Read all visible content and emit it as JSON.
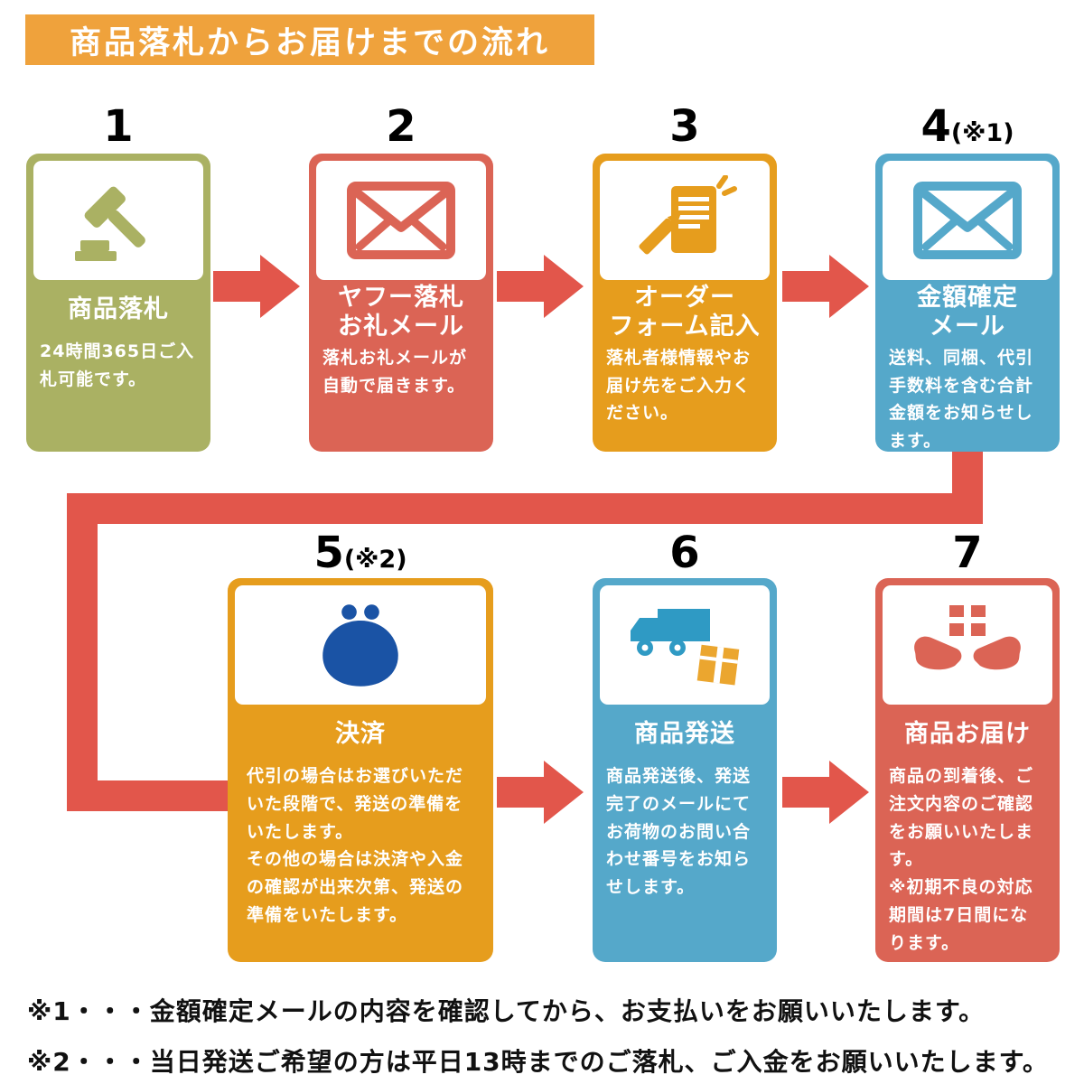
{
  "header": {
    "title": "商品落札からお届けまでの流れ"
  },
  "steps": [
    {
      "number": "1",
      "note": "",
      "title": "商品落札",
      "desc": "24時間365日ご入札可能です。",
      "icon": "gavel-icon",
      "color": "#aab163"
    },
    {
      "number": "2",
      "note": "",
      "title": "ヤフー落札\nお礼メール",
      "desc": "落札お礼メールが自動で届きます。",
      "icon": "mail-icon",
      "color": "#db6455"
    },
    {
      "number": "3",
      "note": "",
      "title": "オーダー\nフォーム記入",
      "desc": "落札者様情報やお届け先をご入力ください。",
      "icon": "order-form-icon",
      "color": "#e69d1d"
    },
    {
      "number": "4",
      "note": "(※1)",
      "title": "金額確定\nメール",
      "desc": "送料、同梱、代引手数料を含む合計金額をお知らせします。",
      "icon": "mail-icon",
      "color": "#55a8ca"
    },
    {
      "number": "5",
      "note": "(※2)",
      "title": "決済",
      "desc": "代引の場合はお選びいただいた段階で、発送の準備をいたします。\nその他の場合は決済や入金の確認が出来次第、発送の準備をいたします。",
      "icon": "payment-purse-icon",
      "color": "#e69d1d"
    },
    {
      "number": "6",
      "note": "",
      "title": "商品発送",
      "desc": "商品発送後、発送完了のメールにてお荷物のお問い合わせ番号をお知らせします。",
      "icon": "shipping-truck-icon",
      "color": "#55a8ca"
    },
    {
      "number": "7",
      "note": "",
      "title": "商品お届け",
      "desc": "商品の到着後、ご注文内容のご確認をお願いいたします。\n※初期不良の対応期間は7日間になります。",
      "icon": "delivery-hands-icon",
      "color": "#db6455"
    }
  ],
  "footnotes": [
    "※1・・・金額確定メールの内容を確認してから、お支払いをお願いいたします。",
    "※2・・・当日発送ご希望の方は平日13時までのご落札、ご入金をお願いいたします。"
  ],
  "colors": {
    "header_bg": "#efa23c",
    "arrow_red": "#e2564b",
    "card_olive": "#aab163",
    "card_red": "#db6455",
    "card_orange": "#e69d1d",
    "card_blue": "#55a8ca",
    "purse_navy": "#1a53a5",
    "truck_blue": "#2f9ac4",
    "box_orange": "#eba62f"
  }
}
